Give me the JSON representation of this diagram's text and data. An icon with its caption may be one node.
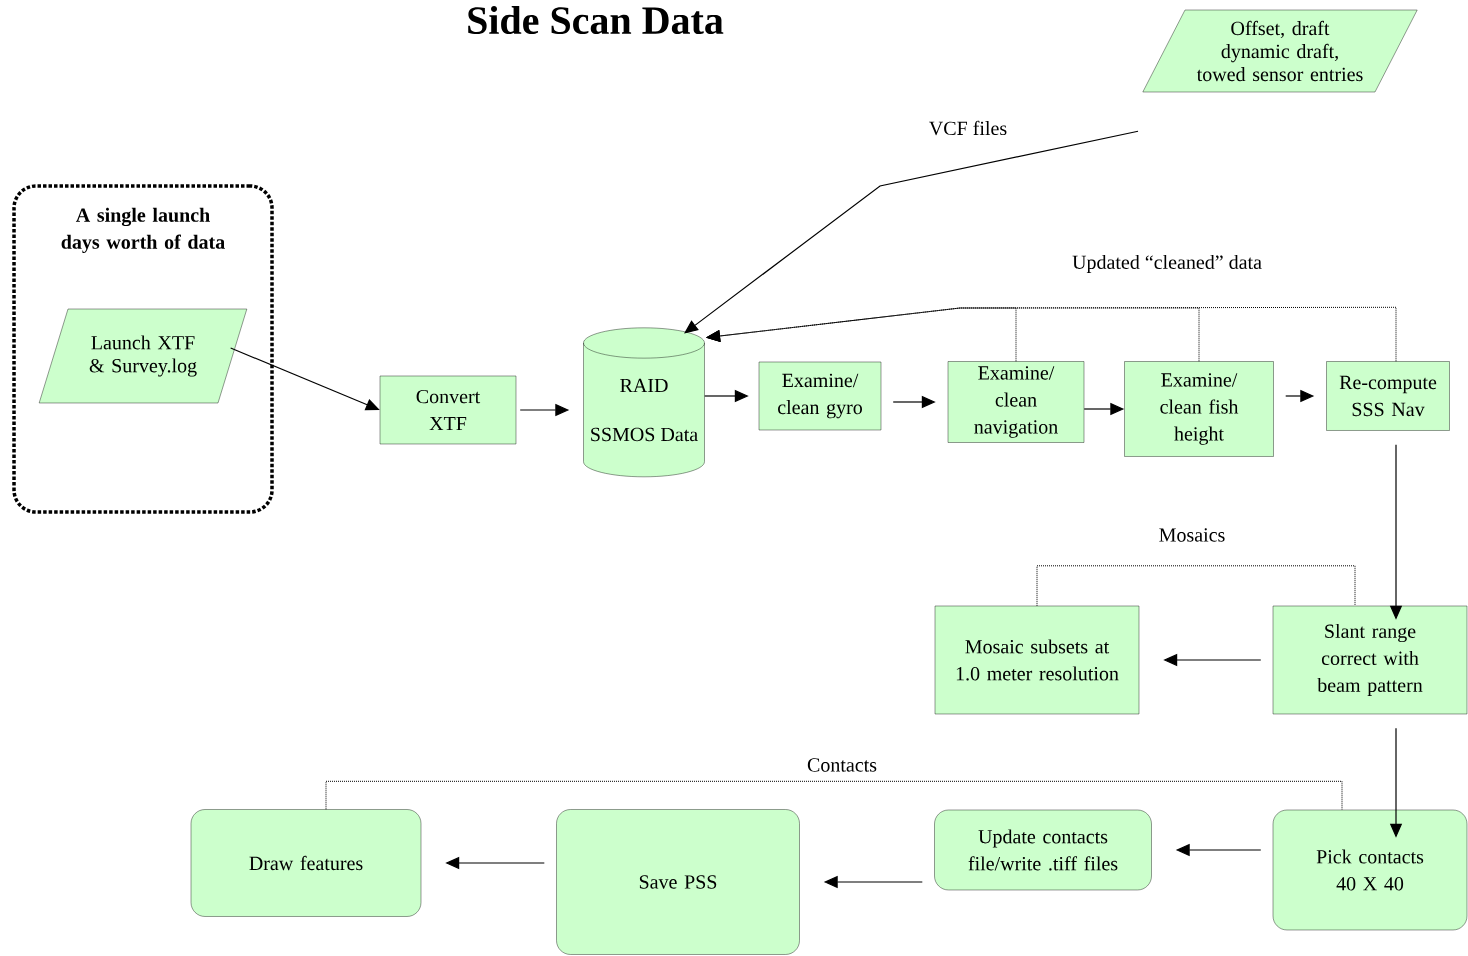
{
  "diagram": {
    "title": "Side Scan Data",
    "nodes": [
      {
        "text": [
          "A single launch days worth of data"
        ]
      },
      {
        "text": [
          "Launch XTF & Survey.log"
        ],
        "in": 0
      },
      {
        "text": [
          "Convert XTF"
        ]
      },
      {
        "text": [
          "RAID",
          "SSMOS Data"
        ]
      },
      {
        "text": [
          "Examine/ clean gyro"
        ]
      },
      {
        "text": [
          "Examine/ clean navigation"
        ]
      },
      {
        "text": [
          "Examine/ clean fish height"
        ]
      },
      {
        "text": [
          "Re-compute SSS Nav"
        ]
      },
      {
        "text": [
          "Offset, draft dynamic draft, towed sensor entries"
        ]
      },
      {
        "text": [
          "Slant range correct with beam pattern"
        ]
      },
      {
        "text": [
          "Mosaic subsets at 1.0 meter resolution"
        ]
      },
      {
        "text": [
          "Pick contacts 40 X 40"
        ]
      },
      {
        "text": [
          "Update contacts file/write .tiff files"
        ]
      },
      {
        "text": [
          "Save PSS"
        ]
      },
      {
        "text": [
          "Draw features"
        ]
      }
    ],
    "edges": [
      {
        "from": 1,
        "to": 2,
        "arrow": "to"
      },
      {
        "from": 2,
        "to": 3,
        "arrow": "to"
      },
      {
        "from": 3,
        "to": 4,
        "arrow": "to"
      },
      {
        "from": 4,
        "to": 5,
        "arrow": "to"
      },
      {
        "from": 5,
        "to": 6,
        "arrow": "to"
      },
      {
        "from": 6,
        "to": 7,
        "arrow": "to"
      },
      {
        "from": 8,
        "to": 3,
        "arrow": "to",
        "label": "VCF files"
      },
      {
        "from": 5,
        "to": 3,
        "arrow": "to",
        "style": "dashed",
        "label": "Updated “cleaned” data"
      },
      {
        "from": 6,
        "to": 3,
        "arrow": "to",
        "style": "dashed"
      },
      {
        "from": 7,
        "to": 3,
        "arrow": "to",
        "style": "dashed"
      },
      {
        "from": 7,
        "to": 9,
        "arrow": "to"
      },
      {
        "from": 9,
        "to": 10,
        "arrow": "to"
      },
      {
        "from": 10,
        "to": 9,
        "arrow": "none",
        "style": "dashed",
        "label": "Mosaics"
      },
      {
        "from": 9,
        "to": 11,
        "arrow": "to"
      },
      {
        "from": 11,
        "to": 12,
        "arrow": "to"
      },
      {
        "from": 12,
        "to": 13,
        "arrow": "to"
      },
      {
        "from": 13,
        "to": 14,
        "arrow": "to"
      },
      {
        "from": 14,
        "to": 11,
        "arrow": "none",
        "style": "dashed",
        "label": "Contacts"
      }
    ]
  }
}
